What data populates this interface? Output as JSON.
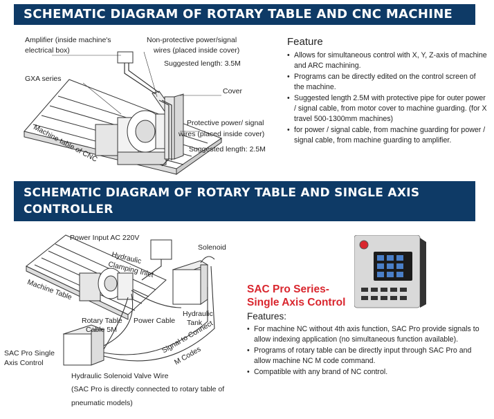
{
  "section1": {
    "title": "SCHEMATIC DIAGRAM OF ROTARY TABLE AND CNC MACHINE",
    "labels": {
      "amplifier_line1": "Amplifier (inside machine's",
      "amplifier_line2": "electrical box)",
      "nonprot_line1": "Non-protective power/signal",
      "nonprot_line2": "wires (placed inside cover)",
      "suggested1": "Suggested length: 3.5M",
      "gxa": "GXA series",
      "cover": "Cover",
      "prot_line1": "Protective power/ signal",
      "prot_line2": "wires (placed inside cover)",
      "suggested2": "Suggested length: 2.5M",
      "machine_table": "Machine table of CNC"
    },
    "feature_title": "Feature",
    "features": [
      "Allows for simultaneous control with X, Y, Z-axis of machine and ARC machining.",
      "Programs can be directly edited on the control screen of the machine.",
      "Suggested length 2.5M with protective pipe for outer power / signal cable, from motor cover to machine guarding. (for X travel 500-1300mm machines)",
      "for power / signal cable, from machine guarding for power / signal cable, from machine guarding to amplifier."
    ]
  },
  "section2": {
    "title_line1": "SCHEMATIC DIAGRAM OF ROTARY TABLE AND SINGLE AXIS",
    "title_line2": "CONTROLLER",
    "labels": {
      "power_input": "Power Input AC 220V",
      "solenoid": "Solenoid",
      "hydraulic_clamping_line1": "Hydraulic",
      "hydraulic_clamping_line2": "Clamping Inlet",
      "machine_table": "Machine Table",
      "rotary_cable_line1": "Rotary Table",
      "rotary_cable_line2": "Cable 5M",
      "power_cable": "Power Cable",
      "hydraulic_tank_line1": "Hydraulic",
      "hydraulic_tank_line2": "Tank",
      "signal_line1": "Signal to Connect",
      "signal_line2": "M Codes",
      "sac_pro_line1": "SAC Pro Single",
      "sac_pro_line2": "Axis Control",
      "valve_wire": "Hydraulic Solenoid Valve Wire",
      "note_line1": "(SAC Pro is directly connected to rotary table of",
      "note_line2": "pneumatic models)"
    },
    "sac_title_line1": "SAC Pro Series-",
    "sac_title_line2": "Single Axis Control",
    "features_title": "Features:",
    "features": [
      "For machine NC without 4th axis function, SAC Pro provide signals to allow indexing application (no simultaneous function available).",
      "Programs of rotary table can be directly input through SAC Pro and allow machine NC M code command.",
      "Compatible with any brand of NC control."
    ]
  },
  "colors": {
    "banner": "#0e3a66",
    "accent_red": "#d9262e"
  }
}
